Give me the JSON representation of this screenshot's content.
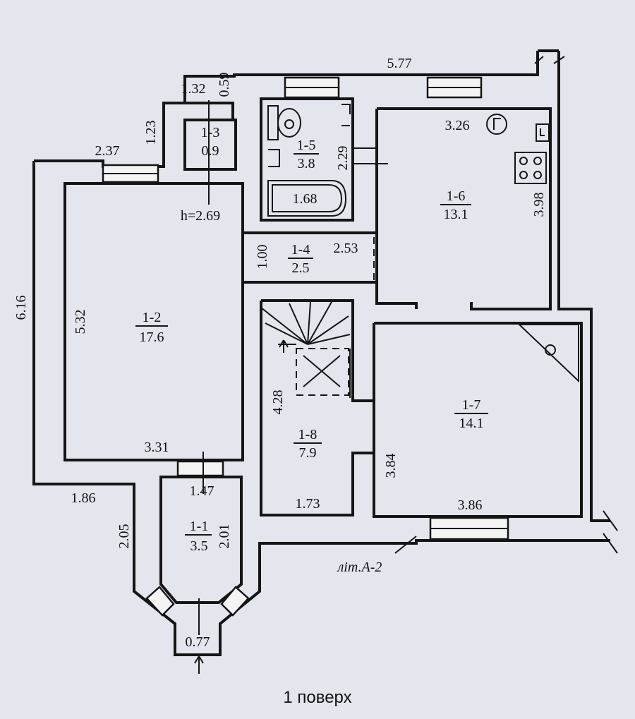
{
  "caption": "1 поверх",
  "letter_label": "літ.А-2",
  "ceiling_height": "h=2.69",
  "rooms": [
    {
      "id": "1-1",
      "area": "3.5"
    },
    {
      "id": "1-2",
      "area": "17.6"
    },
    {
      "id": "1-3",
      "area": "0.9"
    },
    {
      "id": "1-4",
      "area": "2.5"
    },
    {
      "id": "1-5",
      "area": "3.8"
    },
    {
      "id": "1-6",
      "area": "13.1"
    },
    {
      "id": "1-7",
      "area": "14.1"
    },
    {
      "id": "1-8",
      "area": "7.9"
    }
  ],
  "dimensions": {
    "top_outer": "5.77",
    "corridor_top": "1.32",
    "corridor_wall": "0.59",
    "corridor_side": "1.23",
    "left_top": "2.37",
    "left_outer": "6.16",
    "room_1_2_height": "5.32",
    "room_1_2_width": "3.31",
    "room_1_4_height": "1.00",
    "room_1_4_width": "2.53",
    "room_1_5_side": "2.29",
    "bathtub": "1.68",
    "room_1_6_width": "3.26",
    "room_1_6_height": "3.98",
    "stair_height": "4.28",
    "room_1_8_width": "1.73",
    "room_1_7_height": "3.84",
    "room_1_7_width": "3.86",
    "entrance_outer": "1.86",
    "entrance_left": "2.05",
    "room_1_1_width": "1.47",
    "room_1_1_height": "2.01",
    "entrance_door": "0.77"
  },
  "icons": [
    "boiler-icon",
    "stove-icon",
    "sink-icon",
    "toilet-icon",
    "bathtub-icon",
    "entrance-arrow-icon",
    "stair-arrow-icon"
  ]
}
